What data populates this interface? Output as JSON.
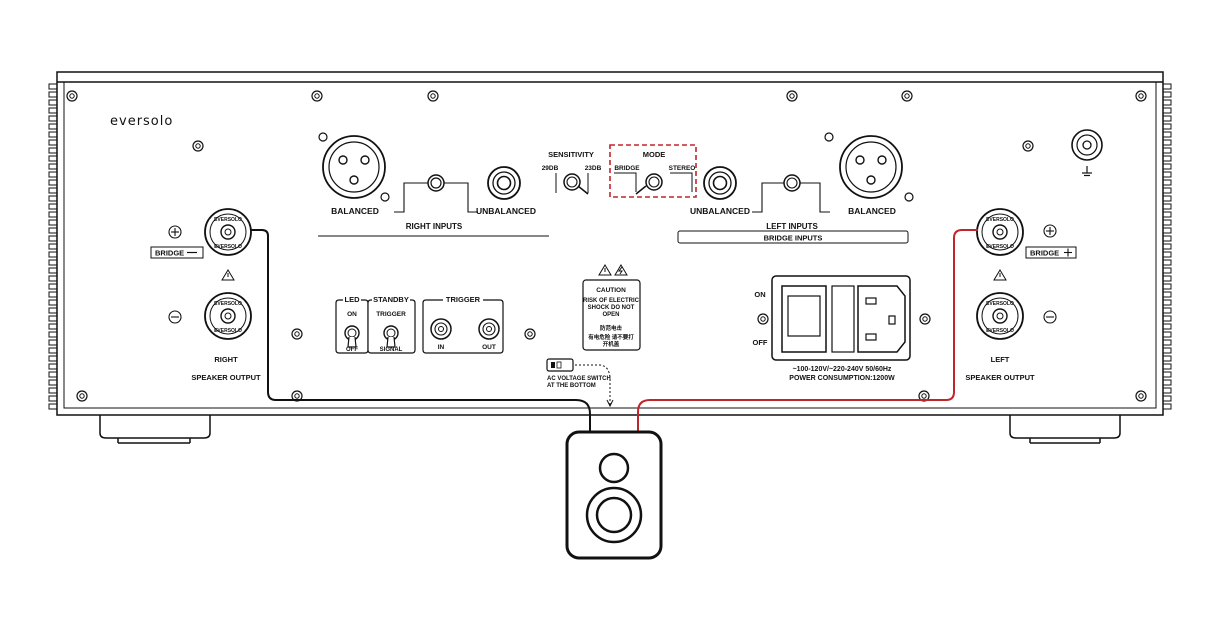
{
  "brand": "eversolo",
  "right_inputs": {
    "balanced": "BALANCED",
    "unbalanced": "UNBALANCED",
    "title": "RIGHT INPUTS"
  },
  "left_inputs": {
    "balanced": "BALANCED",
    "unbalanced": "UNBALANCED",
    "title": "LEFT INPUTS",
    "bridge_box": "BRIDGE INPUTS"
  },
  "sensitivity": {
    "title": "SENSITIVITY",
    "low": "29DB",
    "high": "23DB"
  },
  "mode": {
    "title": "MODE",
    "bridge": "BRIDGE",
    "stereo": "STEREO"
  },
  "speaker_right": {
    "label": "RIGHT",
    "sub": "SPEAKER OUTPUT",
    "bridge": "BRIDGE"
  },
  "speaker_left": {
    "label": "LEFT",
    "sub": "SPEAKER OUTPUT",
    "bridge": "BRIDGE"
  },
  "terminal_text": {
    "top": "EVERSOLO",
    "bottom": "EVERSOLO"
  },
  "led": {
    "title": "LED",
    "on": "ON",
    "off": "OFF"
  },
  "standby": {
    "title": "STANDBY",
    "trigger": "TRIGGER",
    "signal": "SIGNAL"
  },
  "trigger": {
    "title": "TRIGGER",
    "in": "IN",
    "out": "OUT"
  },
  "caution": {
    "title": "CAUTION",
    "line1": "RISK OF ELECTRIC",
    "line2": "SHOCK DO NOT",
    "line3": "OPEN",
    "cn1": "防范电击",
    "cn2": "有电危险 请不要打",
    "cn3": "开机盖"
  },
  "ac_switch": {
    "line1": "AC VOLTAGE SWITCH",
    "line2": "AT THE BOTTOM"
  },
  "power": {
    "on": "ON",
    "off": "OFF",
    "voltage": "~100-120V/~220-240V  50/60Hz",
    "consumption": "POWER CONSUMPTION:1200W"
  },
  "colors": {
    "line": "#111111",
    "highlight": "#c0252b",
    "positive_cable": "#c0252b",
    "negative_cable": "#111111"
  }
}
